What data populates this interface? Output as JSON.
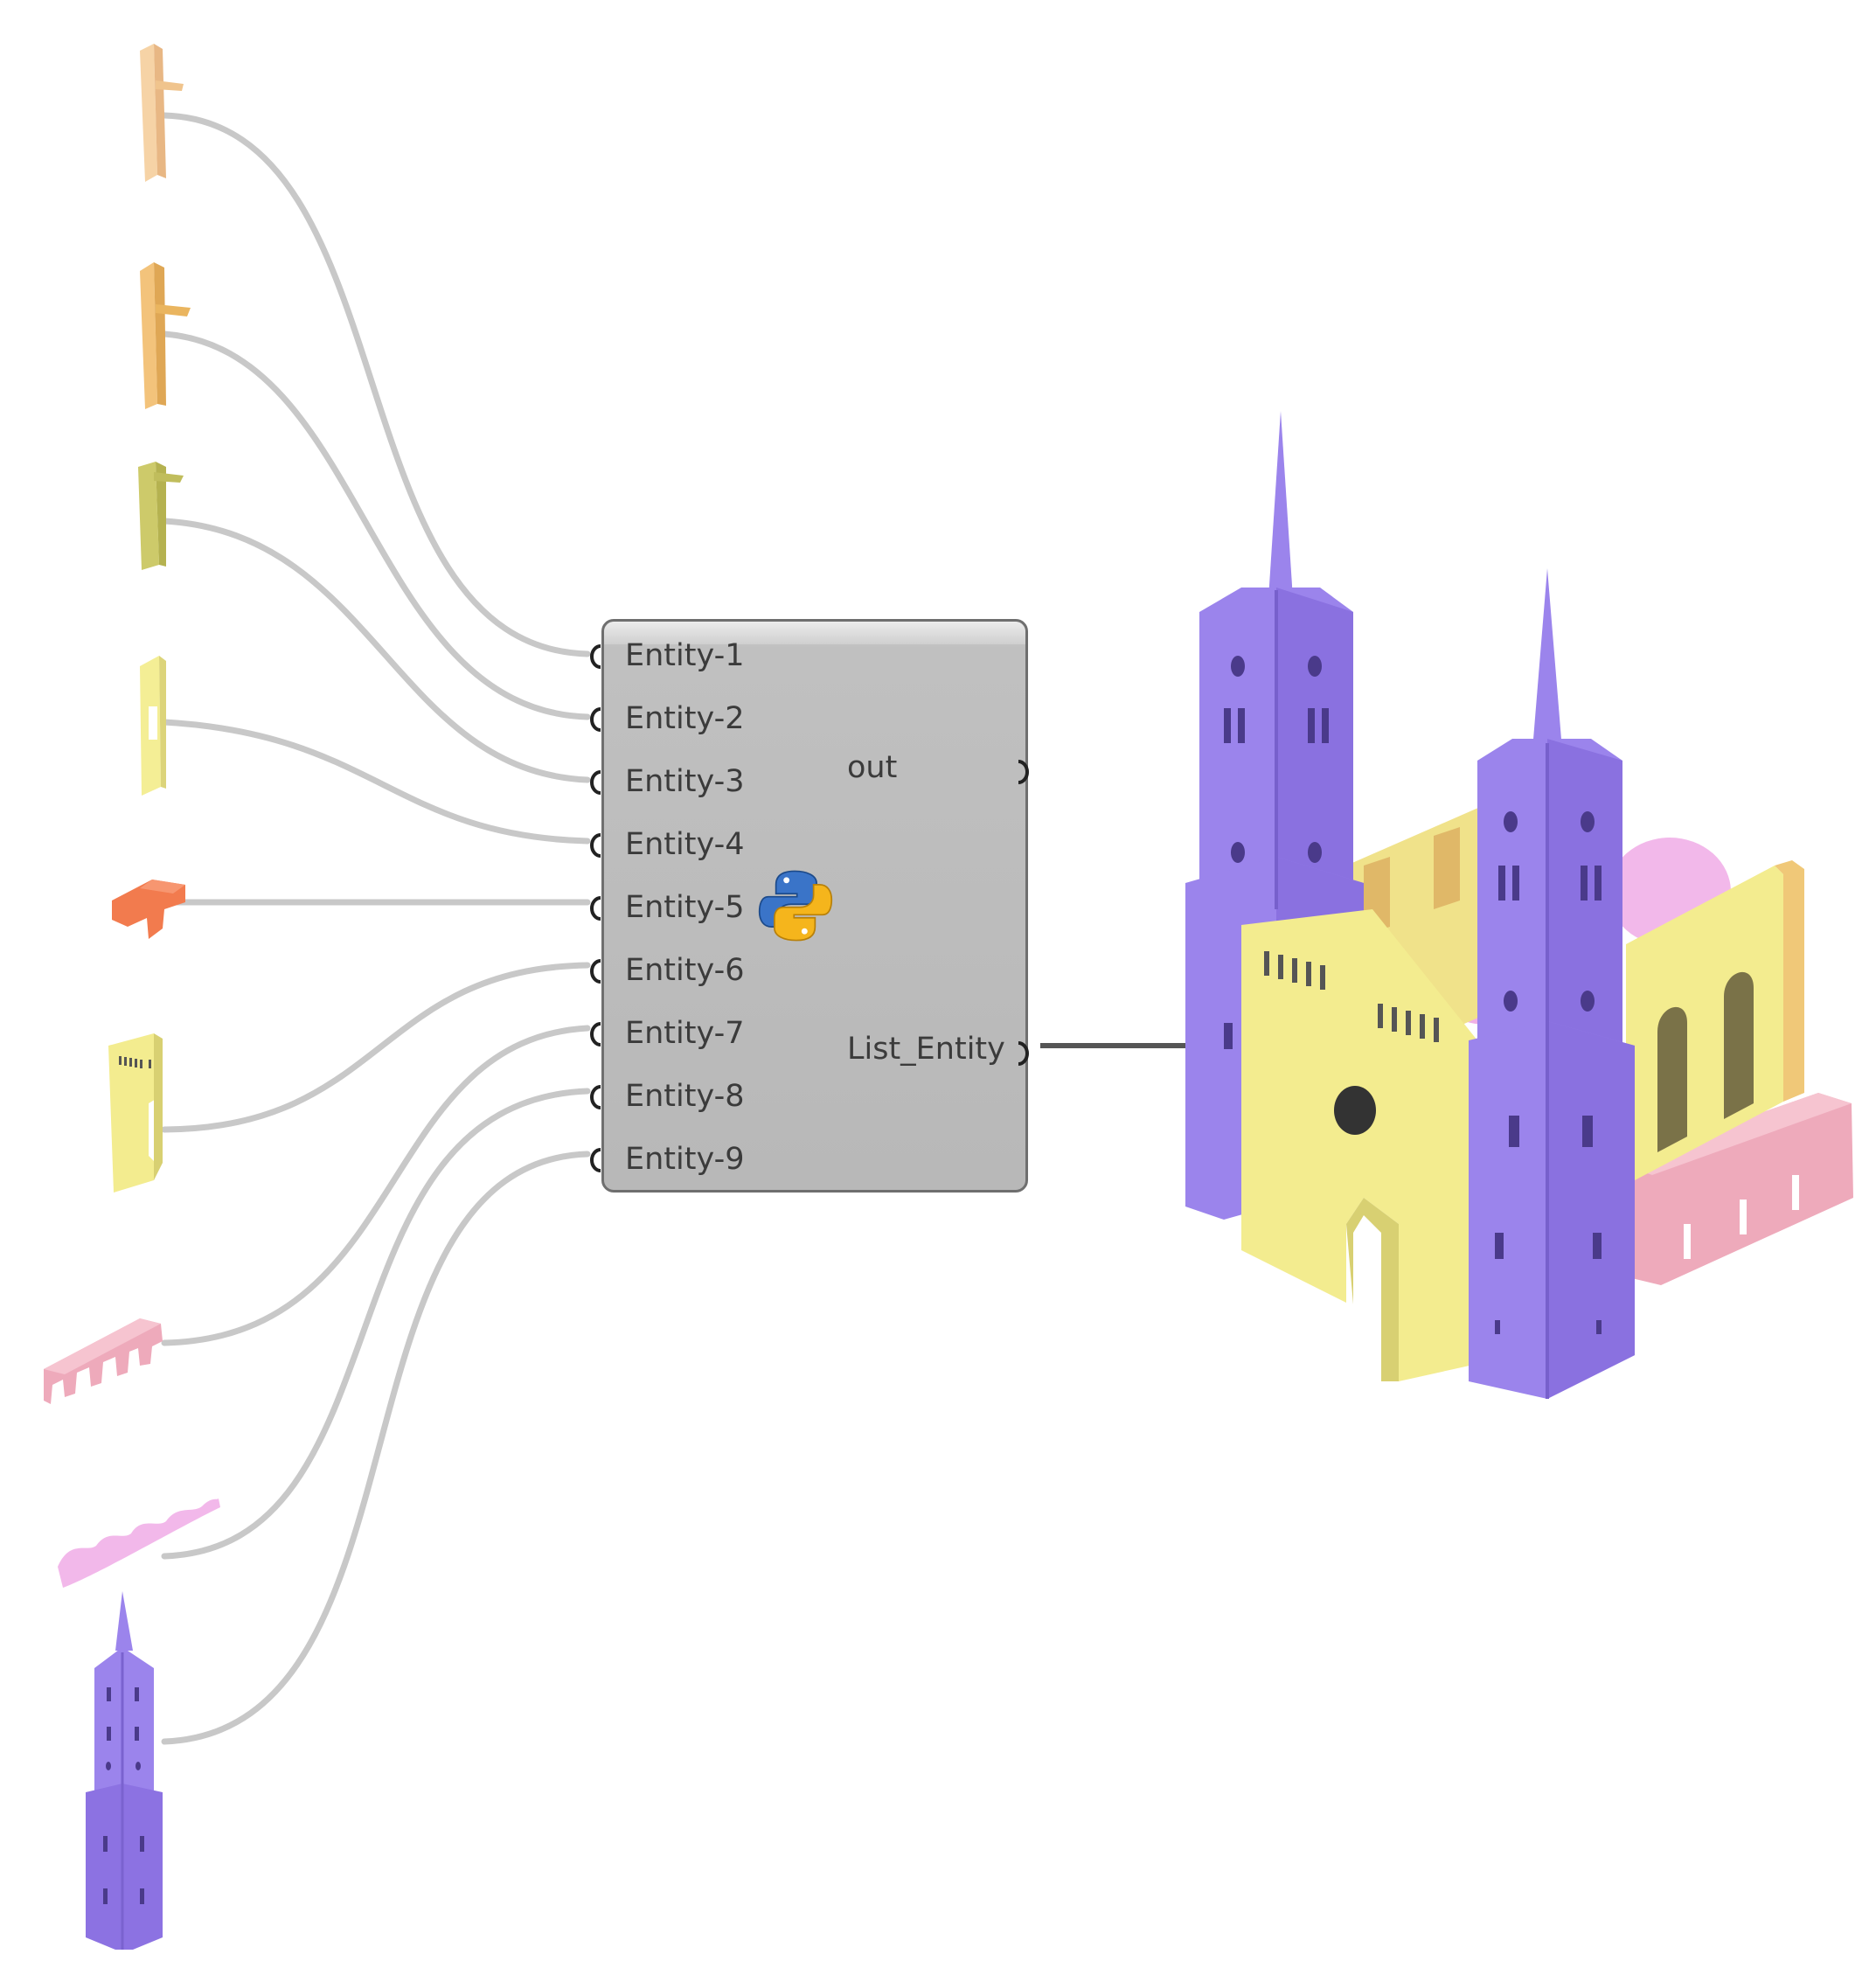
{
  "component": {
    "inputs": [
      "Entity-1",
      "Entity-2",
      "Entity-3",
      "Entity-4",
      "Entity-5",
      "Entity-6",
      "Entity-7",
      "Entity-8",
      "Entity-9"
    ],
    "outputs": [
      "out",
      "List_Entity"
    ],
    "icon": "python-icon"
  },
  "parts": [
    {
      "name": "part-1-peach-wall",
      "color": "#f6d3a6"
    },
    {
      "name": "part-2-orange-wall",
      "color": "#f3c37b"
    },
    {
      "name": "part-3-olive-wall",
      "color": "#cdca6a"
    },
    {
      "name": "part-4-window-wall",
      "color": "#f4ee95"
    },
    {
      "name": "part-5-orange-block",
      "color": "#f27b4e"
    },
    {
      "name": "part-6-facade-wall",
      "color": "#f3ec8f"
    },
    {
      "name": "part-7-pink-base",
      "color": "#eeaabb"
    },
    {
      "name": "part-8-pink-roof",
      "color": "#f2b8ea"
    },
    {
      "name": "part-9-purple-tower",
      "color": "#9b84ec"
    }
  ],
  "assembly": {
    "name": "assembled-cathedral-model"
  },
  "colors": {
    "wire": "#c8c8c8",
    "wire_dark": "#555555",
    "tower": "#9b84ec",
    "facade": "#f3ec8f",
    "pink": "#eeaabb",
    "roof": "#f2b8ea"
  }
}
